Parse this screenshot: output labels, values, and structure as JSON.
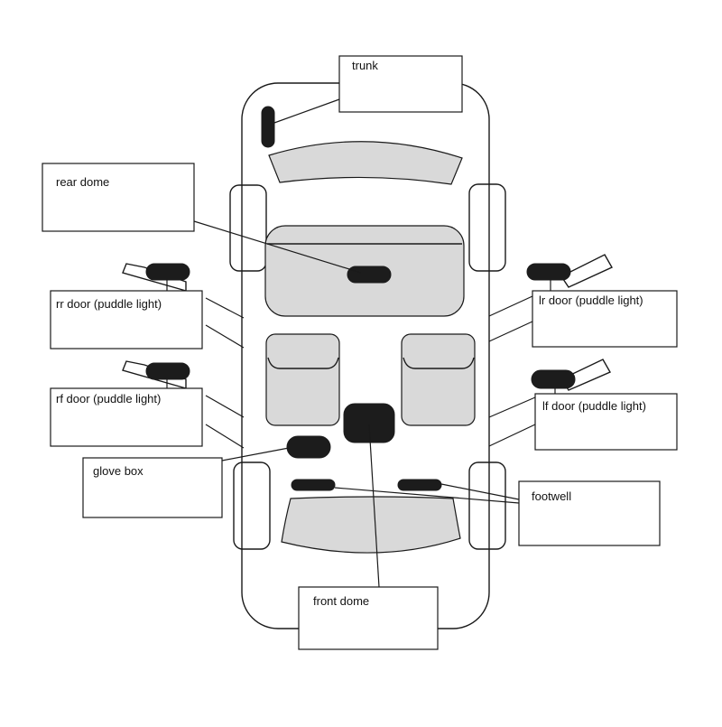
{
  "labels": {
    "trunk": "trunk",
    "rear_dome": "rear dome",
    "rr_door": "rr door (puddle light)",
    "lr_door": "lr door (puddle light)",
    "rf_door": "rf door (puddle light)",
    "lf_door": "lf door (puddle light)",
    "glove_box": "glove box",
    "footwell": "footwell",
    "front_dome": "front dome"
  },
  "colors": {
    "outline": "#1a1a1a",
    "light": "#1c1c1c",
    "interior_fill": "#d9d9d9",
    "background": "#ffffff"
  }
}
